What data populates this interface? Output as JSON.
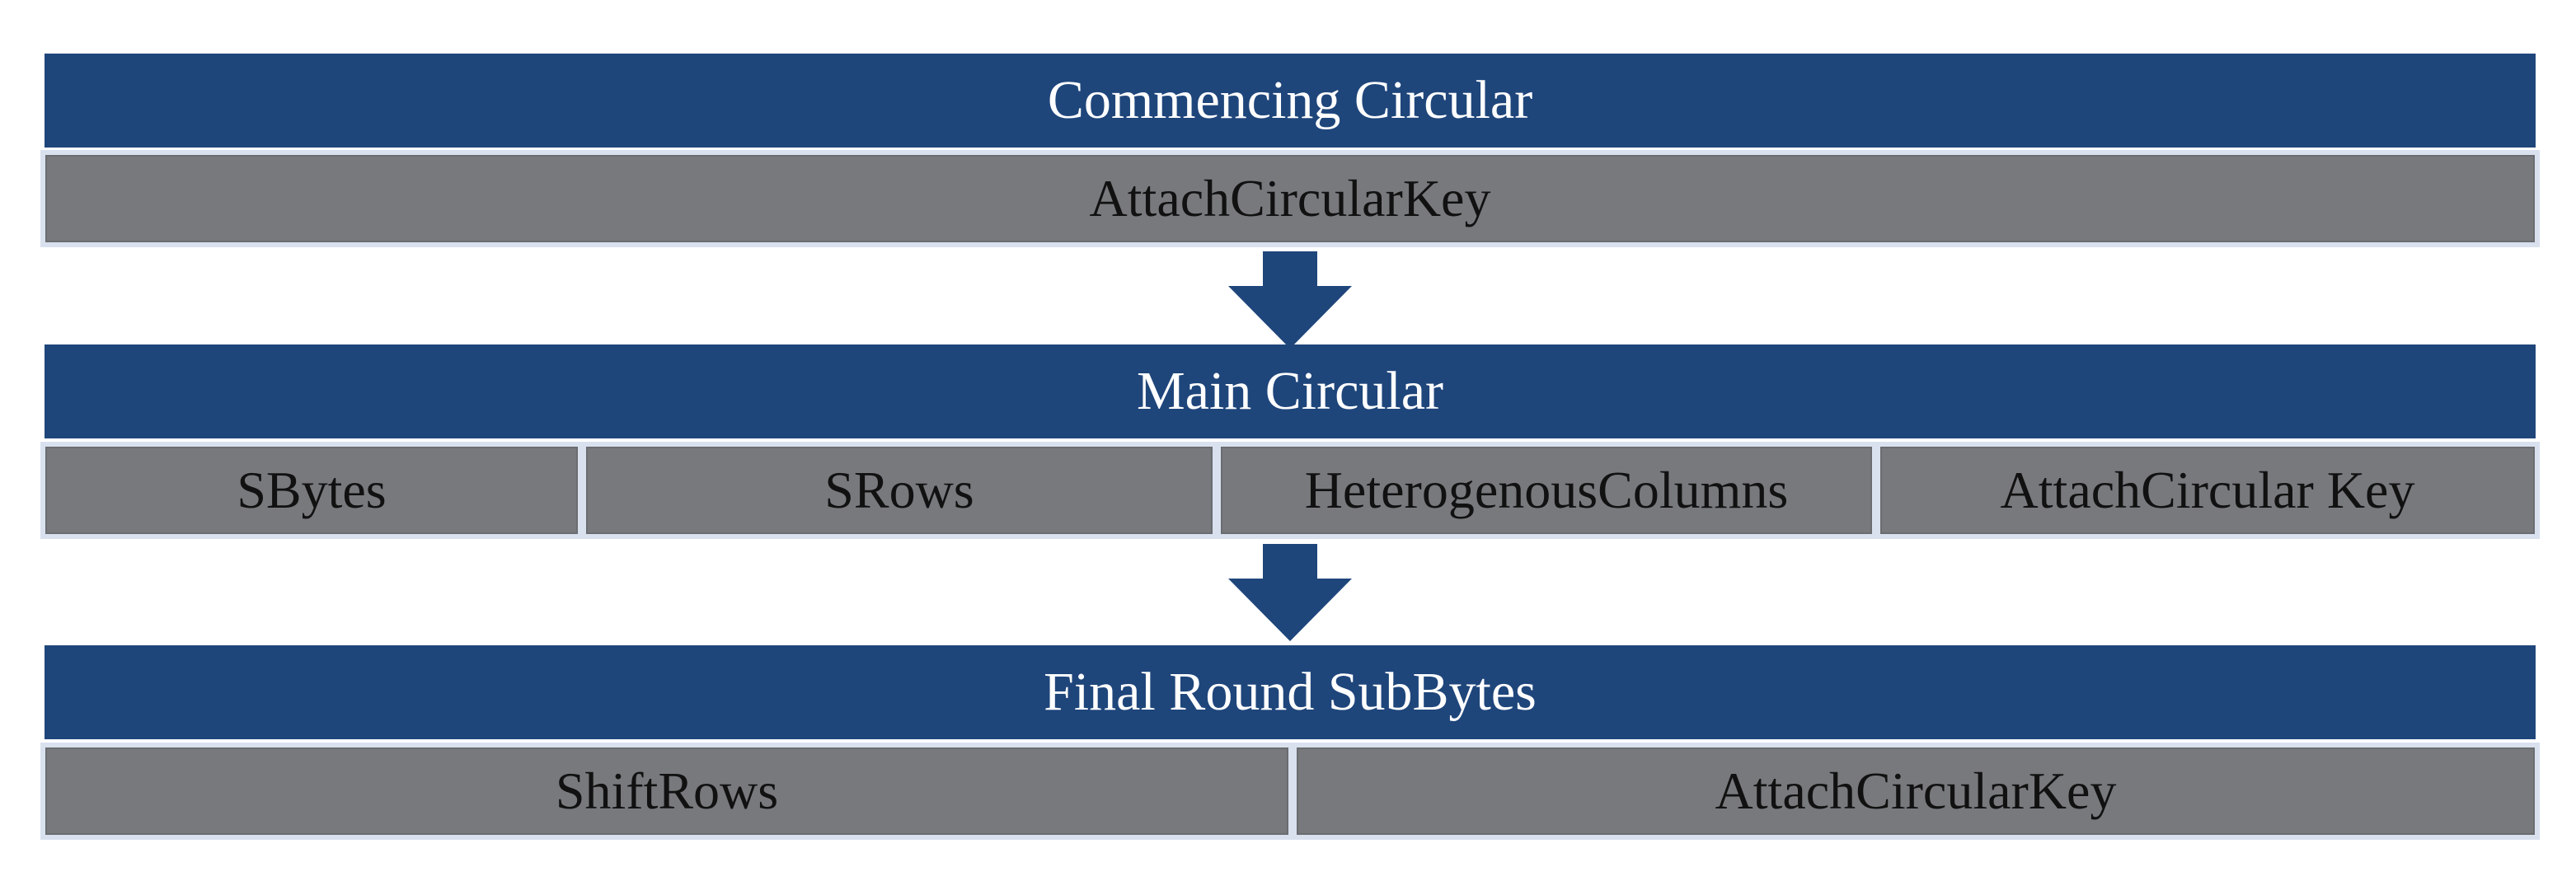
{
  "colors": {
    "header_bg": "#1f467b",
    "header_text": "#ffffff",
    "cell_bg": "#77797d",
    "cell_text": "#111111",
    "row_border": "#d9e1ef",
    "arrow": "#1f467b"
  },
  "stages": [
    {
      "header": "Commencing Circular",
      "cells": [
        "AttachCircularKey"
      ]
    },
    {
      "header": "Main Circular",
      "cells": [
        "SBytes",
        "SRows",
        "HeterogenousColumns",
        "AttachCircular Key"
      ]
    },
    {
      "header": "Final Round SubBytes",
      "cells": [
        "ShiftRows",
        "AttachCircularKey"
      ]
    }
  ],
  "connectors": [
    {
      "icon": "down-arrow-icon"
    },
    {
      "icon": "down-arrow-icon"
    }
  ]
}
